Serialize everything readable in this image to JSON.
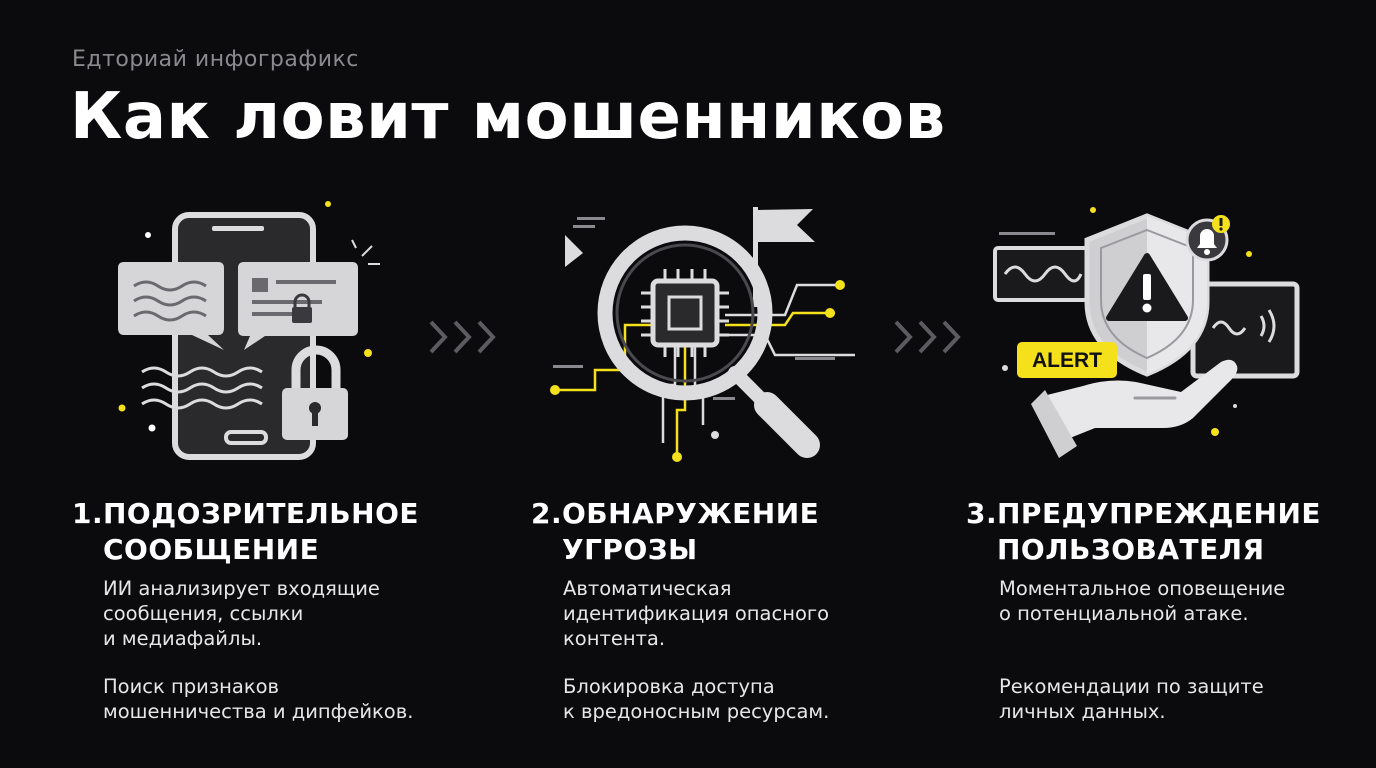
{
  "header": {
    "eyebrow": "Едториай инфографикс",
    "title": "Как ловит мошенников"
  },
  "steps": [
    {
      "number": "1.",
      "title_line1": "ПОДОЗРИТЕЛЬНОЕ",
      "title_line2": "СООБЩЕНИЕ",
      "desc1": "ИИ анализирует входящие\nсообщения, ссылки\nи медиафайлы.",
      "desc2": "Поиск признаков\nмошенничества и дипфейков."
    },
    {
      "number": "2.",
      "title_line1": "ОБНАРУЖЕНИЕ",
      "title_line2": "УГРОЗЫ",
      "desc1": "Автоматическая\nидентификация опасного\nконтента.",
      "desc2": "Блокировка доступа\nк вредоносным ресурсам."
    },
    {
      "number": "3.",
      "title_line1": "ПРЕДУПРЕЖДЕНИЕ",
      "title_line2": "ПОЛЬЗОВАТЕЛЯ",
      "desc1": "Моментальное оповещение\nо потенциальной атаке.",
      "desc2": "Рекомендации по защите\nличных данных."
    }
  ],
  "alert_badge": "ALERT",
  "icons": [
    "smartphone-icon",
    "chat-bubble-icon",
    "padlock-icon",
    "magnifier-icon",
    "chip-icon",
    "flag-icon",
    "shield-icon",
    "warning-icon",
    "bell-icon",
    "hand-icon",
    "chevron-right-icon"
  ],
  "colors": {
    "background": "#0b0b0d",
    "accent": "#f5e11b",
    "icon": "#e8e8ea"
  }
}
